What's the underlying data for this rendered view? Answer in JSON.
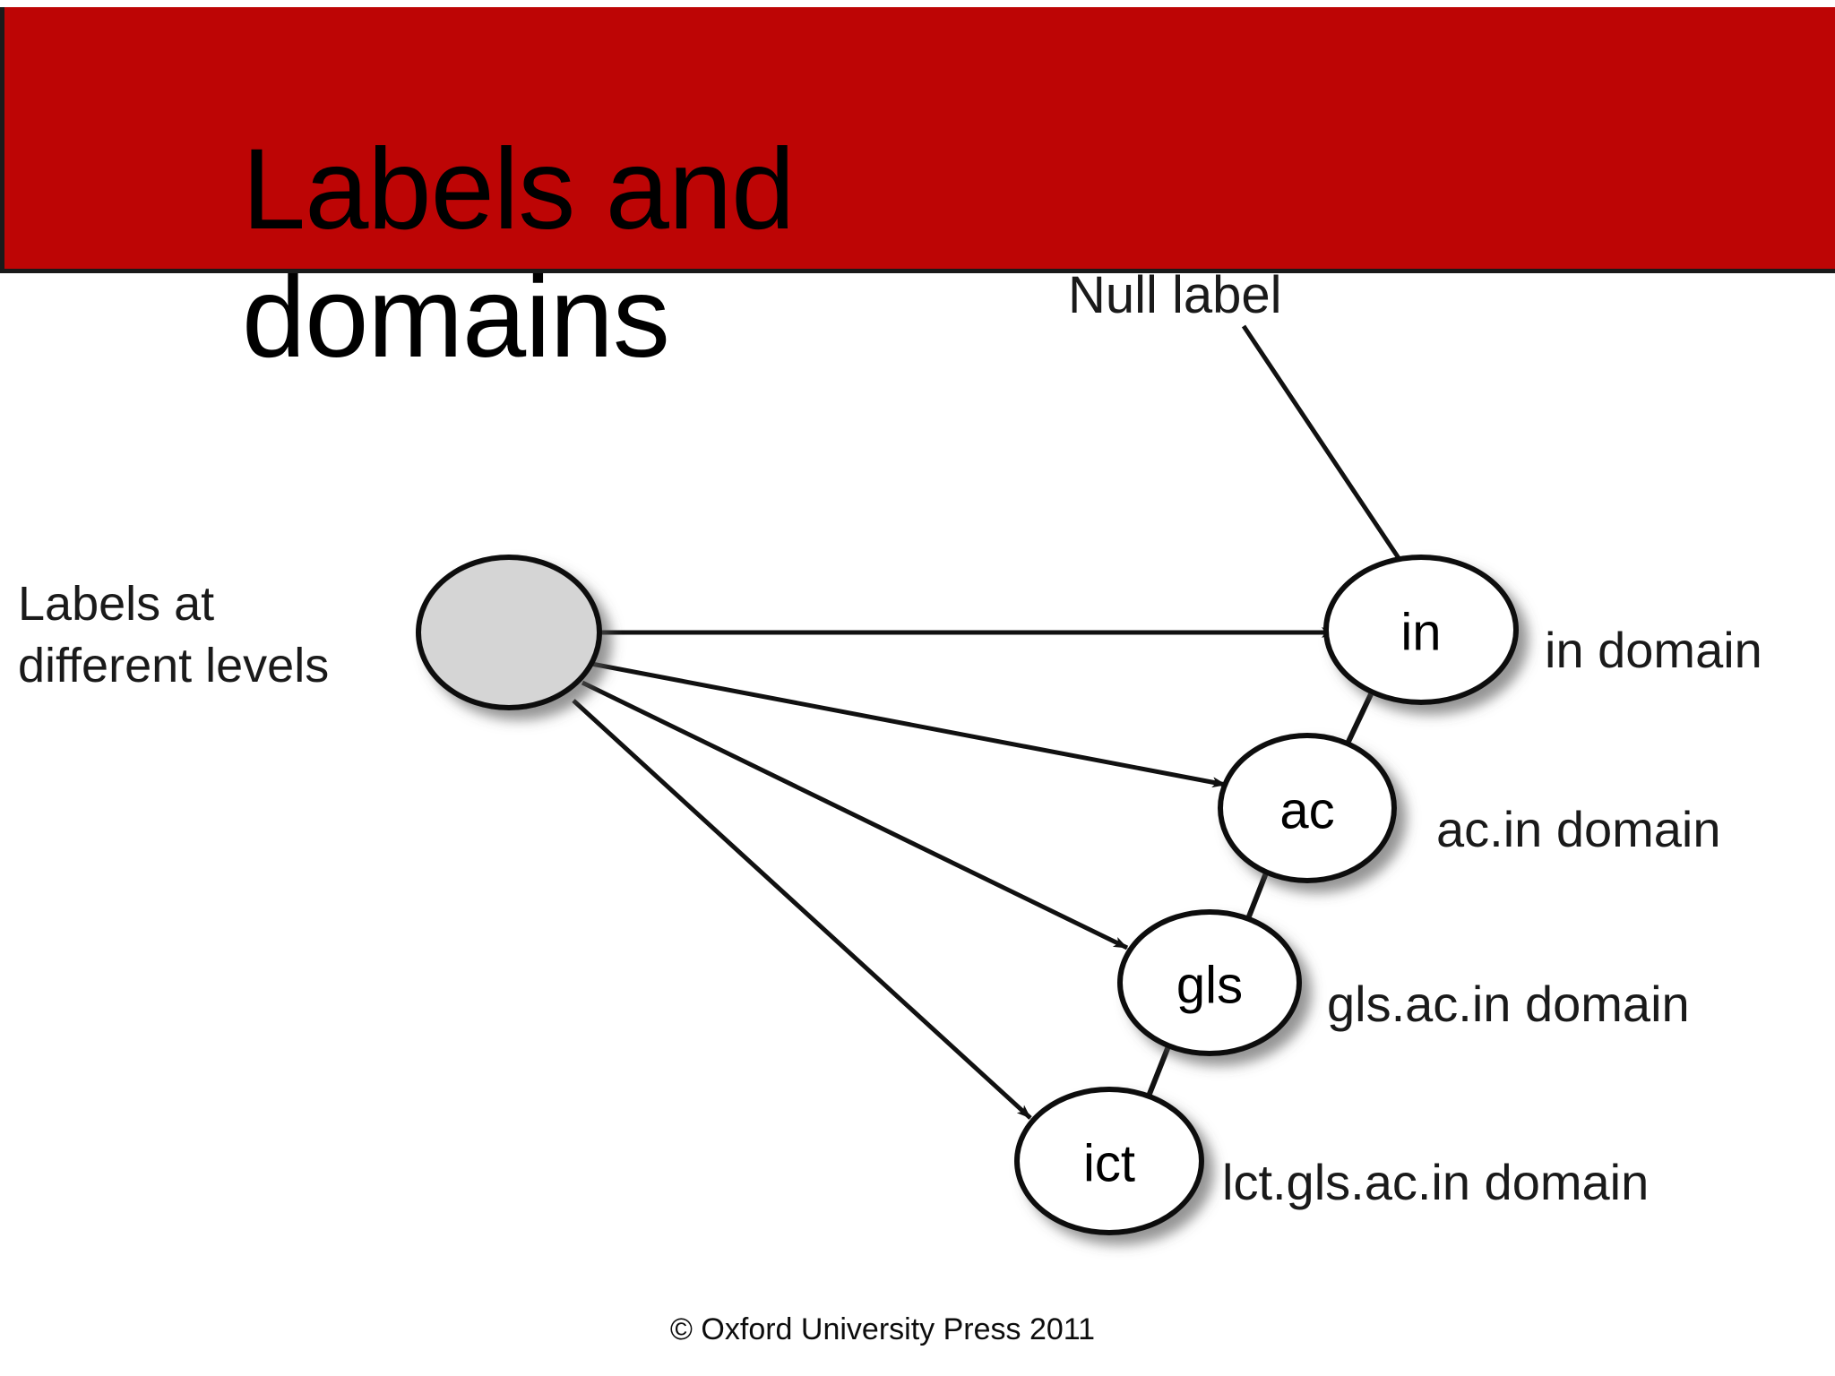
{
  "slide": {
    "title": "Labels and\ndomains",
    "banner_color": "#bd0505",
    "background_color": "#ffffff"
  },
  "annotations": {
    "null_label": "Null label",
    "levels_label": "Labels at\ndifferent levels"
  },
  "diagram": {
    "root_node": {
      "label": "",
      "fill": "#d5d5d5",
      "name": "root"
    },
    "nodes": [
      {
        "id": "in",
        "label": "in",
        "domain": "in domain",
        "fill": "#ffffff"
      },
      {
        "id": "ac",
        "label": "ac",
        "domain": "ac.in domain",
        "fill": "#ffffff"
      },
      {
        "id": "gls",
        "label": "gls",
        "domain": "gls.ac.in domain",
        "fill": "#ffffff"
      },
      {
        "id": "ict",
        "label": "ict",
        "domain": "lct.gls.ac.in domain",
        "fill": "#ffffff"
      }
    ]
  },
  "footer": {
    "copyright": "© Oxford University Press 2011"
  }
}
